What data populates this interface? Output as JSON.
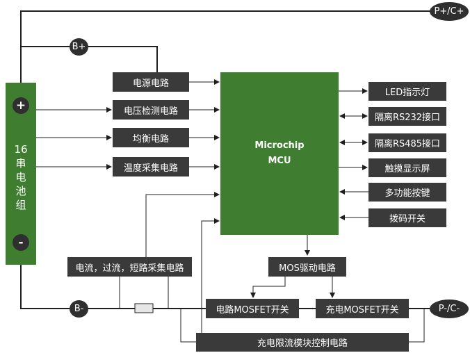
{
  "battery_pack": {
    "positive": "+",
    "negative": "-",
    "label_lines": [
      "16",
      "串",
      "电",
      "池",
      "组"
    ]
  },
  "nodes": {
    "p_plus": "P+/C+",
    "b_plus": "B+",
    "b_minus": "B-",
    "p_minus": "P-/C-"
  },
  "mcu": {
    "line1": "Microchip",
    "line2": "MCU"
  },
  "left_blocks": [
    "电源电路",
    "电压检测电路",
    "均衡电路",
    "温度采集电路"
  ],
  "right_blocks": [
    "LED指示灯",
    "隔离RS232接口",
    "隔离RS485接口",
    "触摸显示屏",
    "多功能按键",
    "拨码开关"
  ],
  "current_sense": "电流，过流，短路采集电路",
  "mos_driver": "MOS驱动电路",
  "discharge_mosfet": "电路MOSFET开关",
  "charge_mosfet": "充电MOSFET开关",
  "charge_limit": "充电限流模块控制电路",
  "colors": {
    "block": "#3a3a3a",
    "mcu": "#3f7e30",
    "pack": "#3f7e30",
    "line": "#1f1f1f"
  }
}
